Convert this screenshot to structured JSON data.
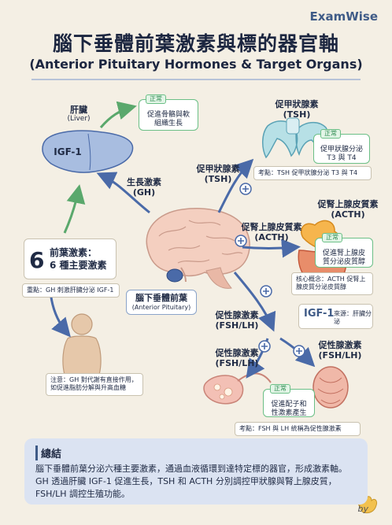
{
  "brand": "ExamWise",
  "title": "腦下垂體前葉激素與標的器官軸",
  "subtitle": "(Anterior Pituitary Hormones & Target Organs)",
  "liver": {
    "label": "肝臟",
    "label_en": "(Liver)",
    "igf_label": "IGF-1",
    "effect_tag": "正常",
    "effect_text": "促進骨骼與軟組織生長"
  },
  "gh": {
    "label": "生長激素",
    "label_en": "(GH)"
  },
  "six": {
    "number": "6",
    "line1": "前葉激素：",
    "line2": "6 種主要激素"
  },
  "gh_note": "重點：GH 刺激肝臟分泌 IGF-1",
  "body_note": "注意：GH 對代謝有直接作用，如促進脂肪分解與升高血糖",
  "pituitary": {
    "label": "腦下垂體前葉",
    "label_en": "(Anterior Pituitary)"
  },
  "tsh": {
    "label": "促甲狀腺素",
    "label_en": "(TSH)",
    "organ_label": "促甲狀腺素",
    "organ_label_en": "(TSH)",
    "tag": "正常",
    "effect_text": "促甲狀腺分泌 T3 與 T4",
    "note": "考點：TSH 促甲狀腺分泌 T3 與 T4"
  },
  "acth": {
    "label": "促腎上腺皮質素",
    "label_en": "(ACTH)",
    "organ_label": "促腎上腺皮質素",
    "organ_label_en": "(ACTH)",
    "tag": "正常",
    "effect_text": "促進腎上腺皮質分泌皮質醇",
    "note": "核心概念：ACTH 促腎上腺皮質分泌皮質醇"
  },
  "igf_box": {
    "title": "IGF-1",
    "source": "來源：肝臟分泌"
  },
  "fsh": {
    "label1": "促性腺激素",
    "label1_en": "(FSH/LH)",
    "label2": "促性腺激素",
    "label2_en": "(FSH/LH)",
    "organ_label": "促性腺激素",
    "organ_label_en": "(FSH/LH)",
    "tag": "正常",
    "effect_text": "促進配子和性激素產生",
    "note": "考點：FSH 與 LH 統稱為促性腺激素"
  },
  "summary": {
    "heading": "總結",
    "body": "腦下垂體前葉分泌六種主要激素，通過血液循環到達特定標的器官，形成激素軸。GH 透過肝臟 IGF-1 促進生長，TSH 和 ACTH 分別調控甲狀腺與腎上腺皮質，FSH/LH 調控生殖功能。"
  },
  "byline": "by",
  "colors": {
    "background": "#f4efe4",
    "accent_blue": "#3f5b87",
    "arrow_blue": "#4a6aa8",
    "arrow_green": "#5aa86c",
    "normal_green": "#6bbf86",
    "summary_bg": "#dbe3f2"
  }
}
